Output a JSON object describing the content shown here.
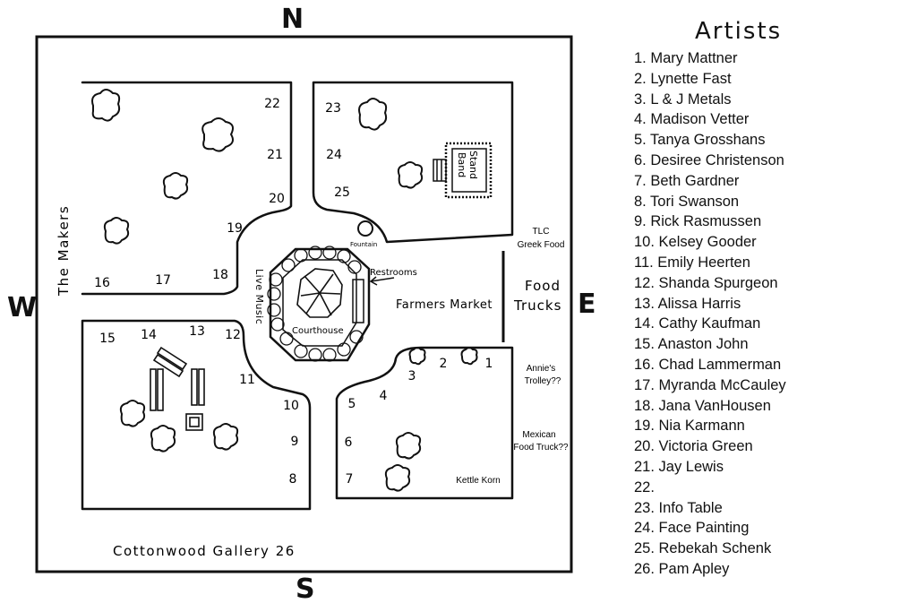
{
  "compass": {
    "north": "N",
    "south": "S",
    "east": "E",
    "west": "W"
  },
  "map": {
    "colors": {
      "ink": "#111111",
      "paper": "#ffffff"
    },
    "side_labels": {
      "west_vendor": "The Makers",
      "footer": "Cottonwood Gallery 26"
    },
    "features": {
      "courthouse": "Courthouse",
      "live_music": "Live Music",
      "restrooms": "Restrooms",
      "farmers_market": "Farmers Market",
      "fountain": "Fountain",
      "band_stand_line1": "Band",
      "band_stand_line2": "Stand",
      "food_trucks_line1": "Food",
      "food_trucks_line2": "Trucks"
    },
    "vendors": {
      "tlc_line1": "TLC",
      "tlc_line2": "Greek Food",
      "annies_line1": "Annie's",
      "annies_line2": "Trolley??",
      "mexican_line1": "Mexican",
      "mexican_line2": "Food Truck??",
      "kettle_korn": "Kettle Korn"
    },
    "booth_numbers": [
      "1",
      "2",
      "3",
      "4",
      "5",
      "6",
      "7",
      "8",
      "9",
      "10",
      "11",
      "12",
      "13",
      "14",
      "15",
      "16",
      "17",
      "18",
      "19",
      "20",
      "21",
      "22",
      "23",
      "24",
      "25"
    ]
  },
  "artists": {
    "title": "Artists",
    "list": [
      "1. Mary Mattner",
      "2. Lynette Fast",
      "3. L & J Metals",
      "4. Madison Vetter",
      "5.  Tanya Grosshans",
      "6.  Desiree Christenson",
      "7.  Beth Gardner",
      "8.  Tori Swanson",
      "9.  Rick Rasmussen",
      "10. Kelsey Gooder",
      "11. Emily Heerten",
      "12. Shanda Spurgeon",
      "13. Alissa Harris",
      "14. Cathy Kaufman",
      "15. Anaston John",
      "16. Chad Lammerman",
      "17. Myranda McCauley",
      "18. Jana VanHousen",
      "19. Nia Karmann",
      "20. Victoria Green",
      "21. Jay Lewis",
      "22.",
      "23. Info Table",
      "24. Face Painting",
      "25. Rebekah Schenk",
      "26. Pam Apley"
    ]
  }
}
